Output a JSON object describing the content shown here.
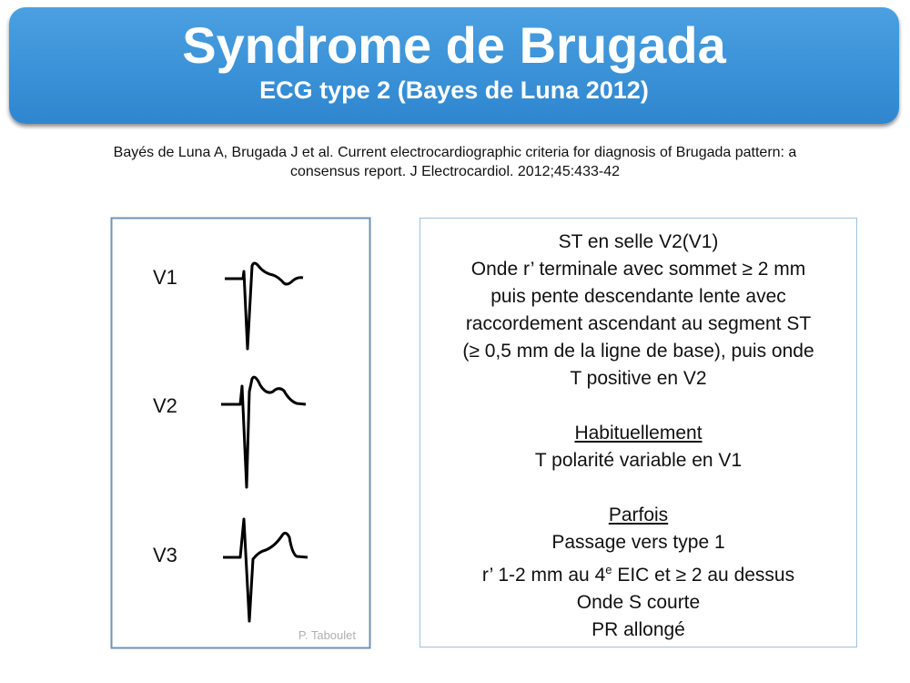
{
  "header": {
    "title": "Syndrome de Brugada",
    "subtitle": "ECG type 2 (Bayes de Luna 2012)"
  },
  "reference": {
    "line1": "Bayés de Luna A, Brugada J et al. Current electrocardiographic criteria for diagnosis of Brugada pattern: a",
    "line2": "consensus report. J Electrocardiol. 2012;45:433-42"
  },
  "ecg": {
    "leads": [
      "V1",
      "V2",
      "V3"
    ],
    "credit": "P. Taboulet"
  },
  "description": {
    "lines": [
      "ST en selle V2(V1)",
      "Onde r’ terminale avec sommet ≥ 2 mm",
      "puis pente descendante lente avec",
      "raccordement ascendant au segment ST",
      "(≥ 0,5 mm de la ligne de base), puis onde",
      "T positive en V2"
    ],
    "usually_heading": "Habituellement",
    "usually_text": "T polarité variable en V1",
    "sometimes_heading": "Parfois",
    "sometimes_lines": [
      "Passage vers type 1",
      "r’ 1-2 mm au 4",
      "e",
      " EIC et ≥ 2 au dessus",
      "Onde S courte",
      "PR allongé"
    ]
  }
}
